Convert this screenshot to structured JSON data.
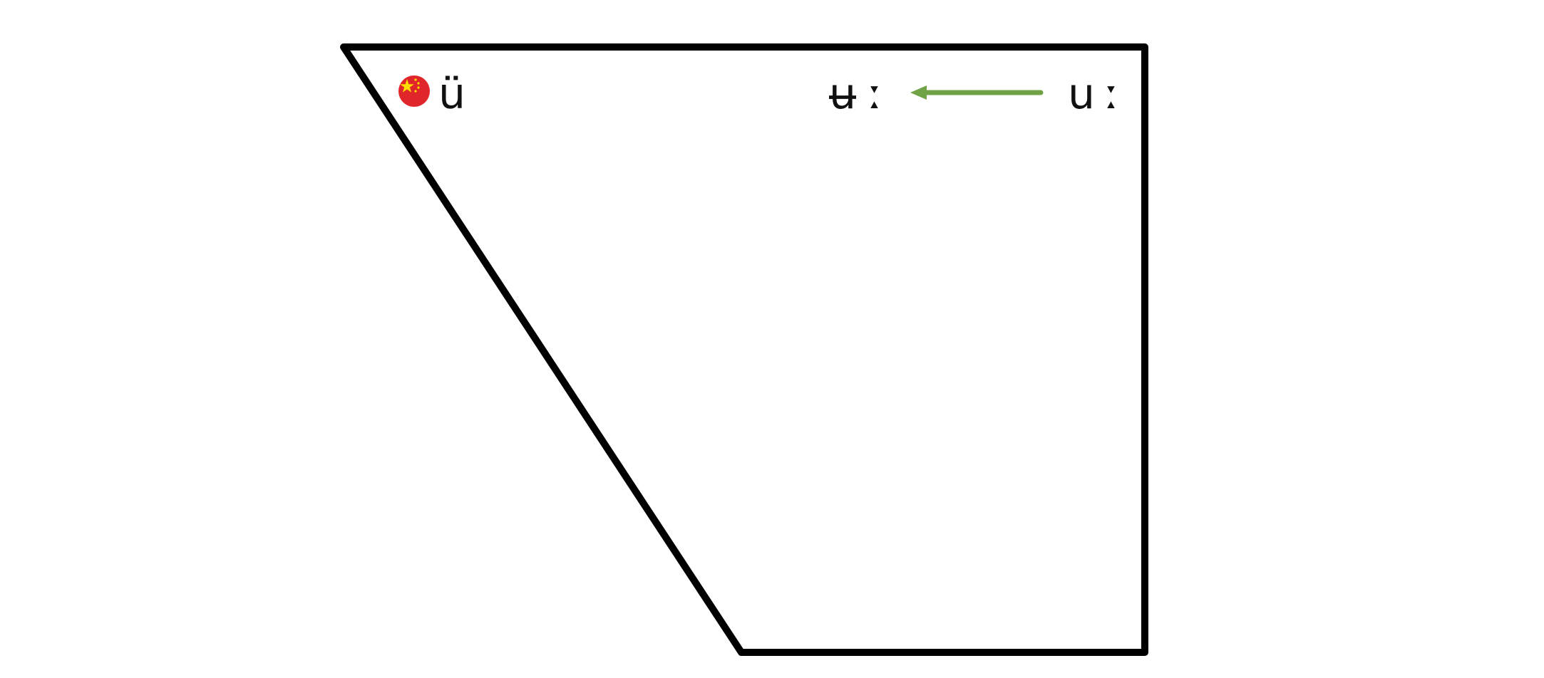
{
  "diagram": {
    "shape": "vowel-quadrilateral",
    "outline_color": "#000000",
    "arrow_color": "#70a346",
    "flag_icon": "china-flag-icon",
    "flag_colors": {
      "field": "#e0252b",
      "stars": "#ffde00"
    },
    "vowels": {
      "front_rounded": "ü",
      "central_rounded": "ʉ",
      "back_rounded": "u"
    },
    "length_mark": "ː",
    "arrow": {
      "from": "back_rounded",
      "to": "central_rounded"
    }
  }
}
